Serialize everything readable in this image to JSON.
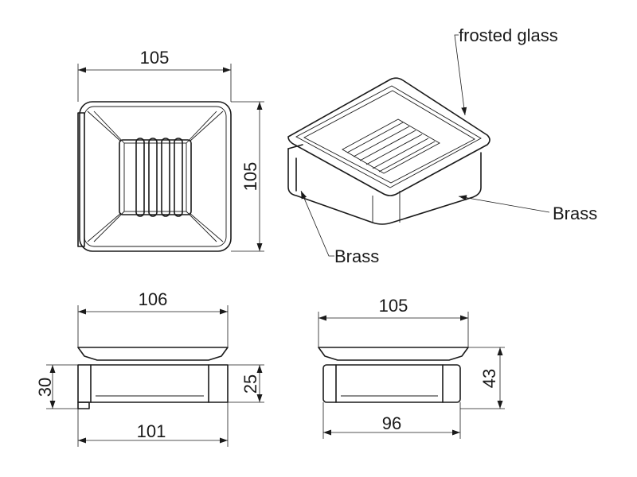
{
  "dimensions": {
    "top_width": "105",
    "top_height": "105",
    "front_top_width": "106",
    "front_bottom_width": "101",
    "front_left_height": "30",
    "front_right_height": "25",
    "side_top_width": "105",
    "side_bottom_width": "96",
    "side_height": "43"
  },
  "callouts": {
    "glass": "frosted glass",
    "brass_right": "Brass",
    "brass_left": "Brass"
  }
}
